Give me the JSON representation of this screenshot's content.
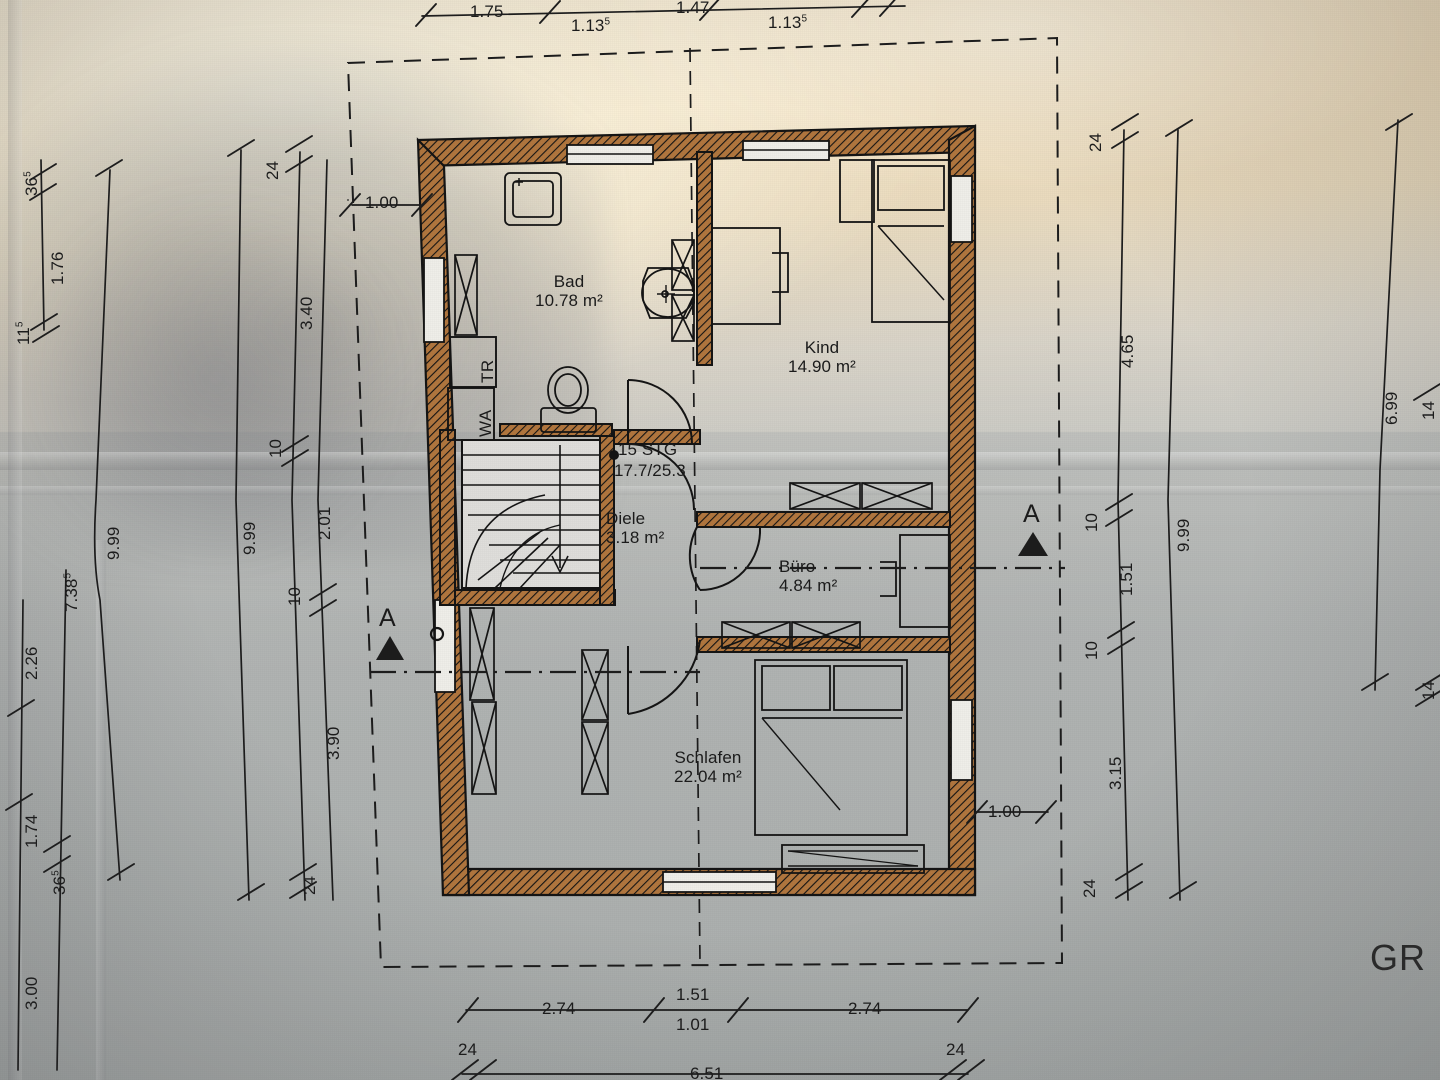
{
  "document": {
    "type": "architectural-floor-plan",
    "title_fragment": "GR",
    "language": "de"
  },
  "rooms": [
    {
      "name": "Bad",
      "area": "10.78 m²"
    },
    {
      "name": "Kind",
      "area": "14.90 m²"
    },
    {
      "name": "Diele",
      "area": "3.18 m²"
    },
    {
      "name": "Büro",
      "area": "4.84 m²"
    },
    {
      "name": "Schlafen",
      "area": "22.04 m²"
    }
  ],
  "stairs": {
    "count_label": "15 STG",
    "rise_run_label": "17.7/25.3"
  },
  "appliances": [
    {
      "code": "TR",
      "meaning": "dryer"
    },
    {
      "code": "WA",
      "meaning": "washer"
    }
  ],
  "section_markers": [
    {
      "label": "A",
      "side": "left"
    },
    {
      "label": "A",
      "side": "right"
    }
  ],
  "dimensions": {
    "top_chain": [
      "1.75",
      "1.13",
      "1.47",
      "1.13"
    ],
    "top_chain_sup": [
      "",
      "5",
      "",
      "5"
    ],
    "top_offset": "1.00",
    "left_outer": [
      "36",
      "1.76",
      "11",
      "9.99",
      "2.26",
      "7.38",
      "1.74",
      "36",
      "3.00"
    ],
    "left_outer_sup": [
      "5",
      "",
      "5",
      "",
      "",
      "5",
      "",
      "5",
      ""
    ],
    "left_inner": [
      "24",
      "3.40",
      "10",
      "2.01",
      "9.99",
      "10",
      "3.90",
      "24"
    ],
    "right_inner": [
      "24",
      "4.65",
      "10",
      "1.51",
      "9.99",
      "10",
      "3.15",
      "24"
    ],
    "right_outer": [
      "14",
      "6.99",
      "14"
    ],
    "right_offset": "1.00",
    "bottom_chain": [
      "2.74",
      "1.51",
      "1.01",
      "2.74"
    ],
    "bottom_total": [
      "24",
      "6.51",
      "24"
    ]
  },
  "colors": {
    "ink": "#1c1c1c",
    "wall_fill": "#b1763e",
    "wall_outline": "#1a1a1a",
    "paper_warm": "#f0debe",
    "paper_cool": "#c2c3c0"
  }
}
